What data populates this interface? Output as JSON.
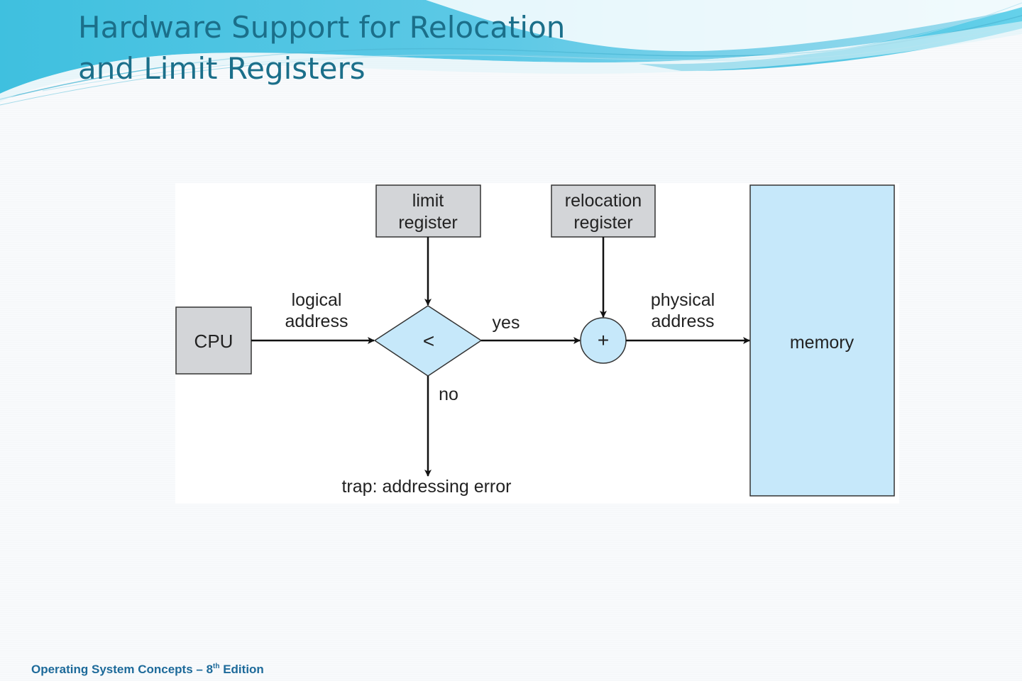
{
  "slide": {
    "title_line1": "Hardware Support for Relocation",
    "title_line2": "and Limit Registers",
    "footer": {
      "book": "Operating System Concepts – 8",
      "edition_sup": "th",
      "edition_word": " Edition"
    }
  },
  "diagram": {
    "nodes": {
      "cpu": "CPU",
      "limit_register": [
        "limit",
        "register"
      ],
      "relocation_register": [
        "relocation",
        "register"
      ],
      "compare_operator": "<",
      "add_operator": "+",
      "memory": "memory"
    },
    "edge_labels": {
      "logical_address": [
        "logical",
        "address"
      ],
      "yes": "yes",
      "no": "no",
      "physical_address": [
        "physical",
        "address"
      ],
      "trap": "trap: addressing error"
    },
    "colors": {
      "register_fill": "#d3d5d8",
      "memory_fill": "#c6e8fa",
      "decision_fill": "#c6e8fa",
      "title_color": "#1b6f8a",
      "footer_color": "#1d6a9a"
    }
  }
}
